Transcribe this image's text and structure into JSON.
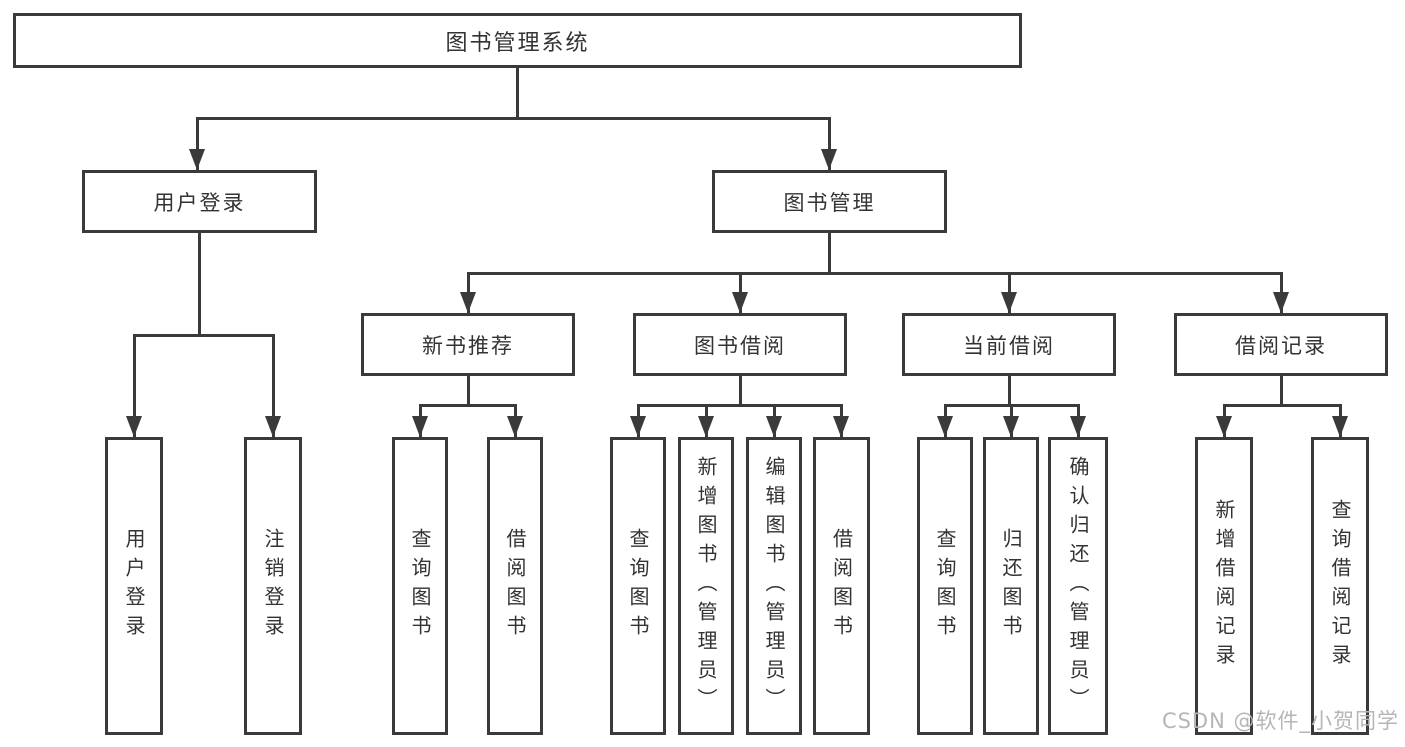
{
  "tree": {
    "label": "图书管理系统",
    "children": [
      {
        "label": "用户登录",
        "children": [
          {
            "label": "用户登录"
          },
          {
            "label": "注销登录"
          }
        ]
      },
      {
        "label": "图书管理",
        "children": [
          {
            "label": "新书推荐",
            "children": [
              {
                "label": "查询图书"
              },
              {
                "label": "借阅图书"
              }
            ]
          },
          {
            "label": "图书借阅",
            "children": [
              {
                "label": "查询图书"
              },
              {
                "label": "新增图书（管理员）"
              },
              {
                "label": "编辑图书（管理员）"
              },
              {
                "label": "借阅图书"
              }
            ]
          },
          {
            "label": "当前借阅",
            "children": [
              {
                "label": "查询图书"
              },
              {
                "label": "归还图书"
              },
              {
                "label": "确认归还（管理员）"
              }
            ]
          },
          {
            "label": "借阅记录",
            "children": [
              {
                "label": "新增借阅记录"
              },
              {
                "label": "查询借阅记录"
              }
            ]
          }
        ]
      }
    ]
  },
  "watermark": {
    "text": "CSDN @软件_小贺同学"
  },
  "colors": {
    "line": "#3a3a3a",
    "border": "#3a3a3a",
    "text": "#333333",
    "watermark": "#b3b6ba",
    "background": "#ffffff"
  }
}
